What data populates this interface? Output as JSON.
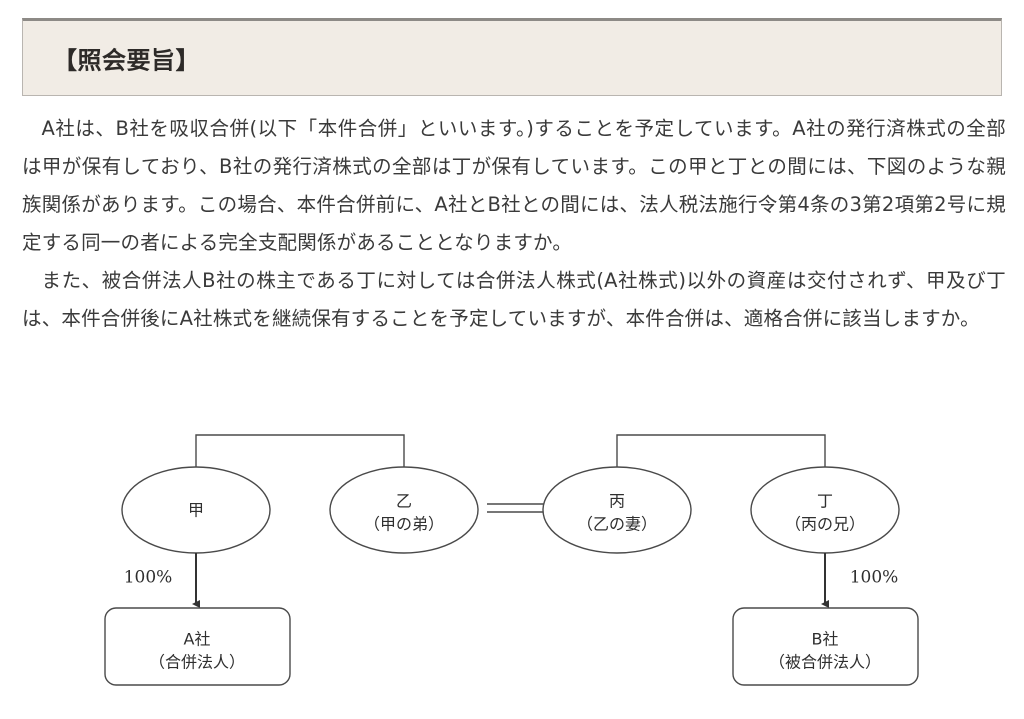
{
  "header": {
    "title": "【照会要旨】"
  },
  "body": {
    "paragraphs": [
      "A社は、B社を吸収合併(以下「本件合併」といいます。)することを予定しています。A社の発行済株式の全部は甲が保有しており、B社の発行済株式の全部は丁が保有しています。この甲と丁との間には、下図のような親族関係があります。この場合、本件合併前に、A社とB社との間には、法人税法施行令第4条の3第2項第2号に規定する同一の者による完全支配関係があることとなりますか。",
      "また、被合併法人B社の株主である丁に対しては合併法人株式(A社株式)以外の資産は交付されず、甲及び丁は、本件合併後にA社株式を継続保有することを予定していますが、本件合併は、適格合併に該当しますか。"
    ]
  },
  "diagram": {
    "persons": [
      {
        "id": "kou",
        "name": "甲",
        "relation": ""
      },
      {
        "id": "otsu",
        "name": "乙",
        "relation": "（甲の弟）"
      },
      {
        "id": "hei",
        "name": "丙",
        "relation": "（乙の妻）"
      },
      {
        "id": "tei",
        "name": "丁",
        "relation": "（丙の兄）"
      }
    ],
    "companies": [
      {
        "id": "a-sha",
        "name": "A社",
        "role": "（合併法人）"
      },
      {
        "id": "b-sha",
        "name": "B社",
        "role": "（被合併法人）"
      }
    ],
    "ownership": [
      {
        "from": "甲",
        "to": "A社",
        "percent": "100%"
      },
      {
        "from": "丁",
        "to": "B社",
        "percent": "100%"
      }
    ],
    "relations": [
      {
        "type": "sibling",
        "between": [
          "甲",
          "乙"
        ]
      },
      {
        "type": "marriage",
        "between": [
          "乙",
          "丙"
        ]
      },
      {
        "type": "sibling",
        "between": [
          "丙",
          "丁"
        ]
      }
    ]
  }
}
